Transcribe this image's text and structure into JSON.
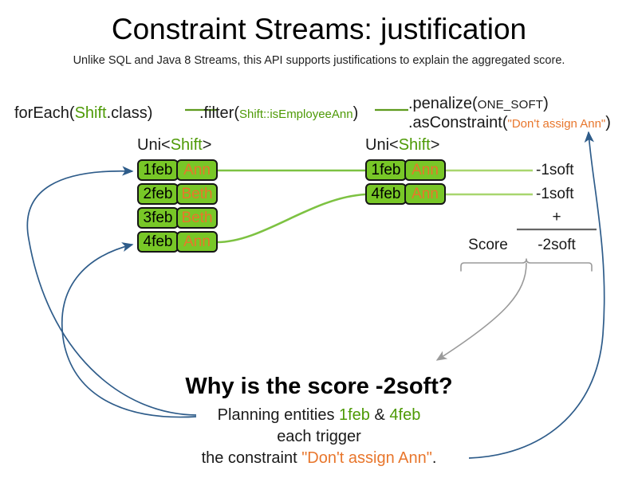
{
  "slide": {
    "title": "Constraint Streams: justification",
    "subtitle": "Unlike SQL and Java 8 Streams, this API supports justifications to explain the aggregated score."
  },
  "colors": {
    "fact_green": "#78c727",
    "type_green": "#4e9a06",
    "string_orange": "#e8762c",
    "connector_green": "#7dc242",
    "arrow_blue": "#2e5c8a",
    "brace_gray": "#9a9a9a",
    "text_black": "#1a1a1a"
  },
  "pipeline": {
    "for_each": {
      "method": "forEach(",
      "type": "Shift",
      "tail": ".class)"
    },
    "filter": {
      "method": ".filter(",
      "method_ref_type": "Shift",
      "method_ref": "::isEmployeeAnn",
      "tail": ")"
    },
    "penalize": {
      "method": ".penalize(",
      "level": "ONE_SOFT",
      "tail": ")"
    },
    "as_constraint": {
      "method": ".asConstraint(",
      "constraint_name": "\"Don't assign Ann\"",
      "tail": ")"
    }
  },
  "streams": {
    "source": {
      "label_prefix": "Uni<",
      "label_type": "Shift",
      "label_suffix": ">",
      "rows": [
        {
          "date": "1feb",
          "employee": "Ann"
        },
        {
          "date": "2feb",
          "employee": "Beth"
        },
        {
          "date": "3feb",
          "employee": "Beth"
        },
        {
          "date": "4feb",
          "employee": "Ann"
        }
      ]
    },
    "filtered": {
      "label_prefix": "Uni<",
      "label_type": "Shift",
      "label_suffix": ">",
      "rows": [
        {
          "date": "1feb",
          "employee": "Ann"
        },
        {
          "date": "4feb",
          "employee": "Ann"
        }
      ]
    }
  },
  "score": {
    "impacts": [
      "-1soft",
      "-1soft"
    ],
    "operator": "+",
    "label": "Score",
    "total": "-2soft"
  },
  "justification": {
    "heading": "Why is the score -2soft?",
    "line1_prefix": "Planning entities ",
    "line1_entity_a": "1feb",
    "line1_amp": " & ",
    "line1_entity_b": "4feb",
    "line2": "each trigger",
    "line3_prefix": "the constraint ",
    "line3_constraint": "\"Don't assign Ann\"",
    "line3_suffix": "."
  }
}
